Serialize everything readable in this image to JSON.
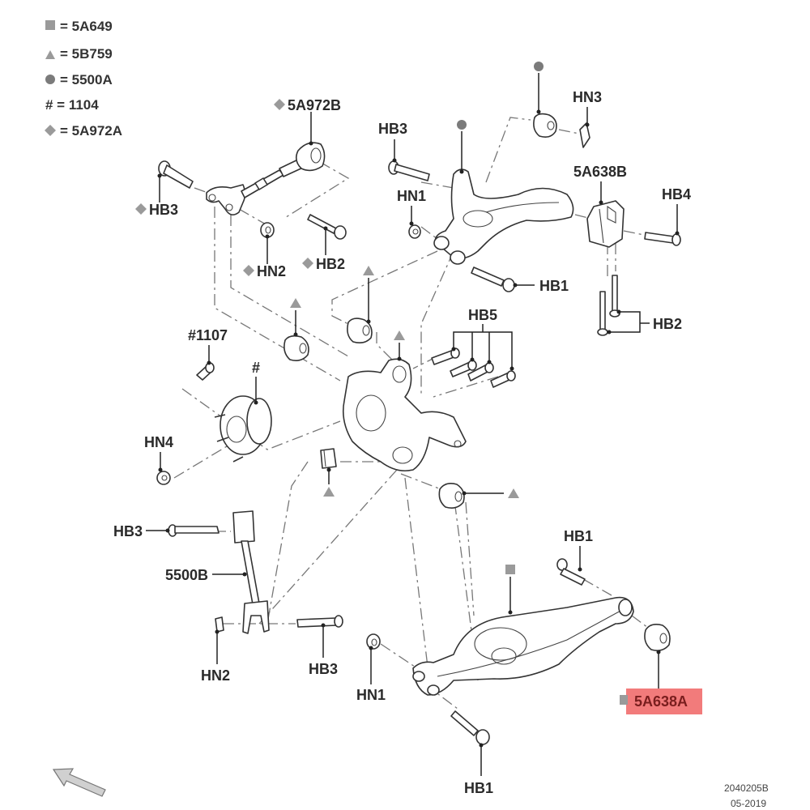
{
  "diagram": {
    "title": "Rear suspension exploded view",
    "legend": [
      {
        "symbol": "square-icon",
        "text": "= 5A649"
      },
      {
        "symbol": "triangle-icon",
        "text": "= 5B759"
      },
      {
        "symbol": "circle-icon",
        "text": "= 5500A"
      },
      {
        "symbol": "hash-icon",
        "text": "# = 1104"
      },
      {
        "symbol": "diamond-icon",
        "text": "= 5A972A"
      }
    ],
    "labels": {
      "upper_link_part": "5A972B",
      "upper_link_bolt_left": "HB3",
      "upper_link_nut": "HN2",
      "upper_link_bolt_right": "HB2",
      "upper_arm_bolt": "HB3",
      "upper_arm_nut": "HN1",
      "bushing_nut": "HN3",
      "bracket_part": "5A638B",
      "bracket_bolt": "HB4",
      "upper_arm_bolt_lower": "HB1",
      "bracket_bolts": "HB2",
      "knuckle_bolts": "HB5",
      "hub_bolt": "#1107",
      "hub_symbol": "#",
      "hub_nut": "HN4",
      "toe_link_bolt_top": "HB3",
      "toe_link_part": "5500B",
      "toe_link_nut": "HN2",
      "toe_link_bolt_bottom": "HB3",
      "lower_arm_bolt_top": "HB1",
      "lower_arm_nut": "HN1",
      "lower_arm_bolt_bottom": "HB1",
      "highlighted_part": "5A638A"
    },
    "highlight_color": "#f27b7b",
    "footer": {
      "code": "2040205B",
      "date": "05-2019"
    }
  }
}
